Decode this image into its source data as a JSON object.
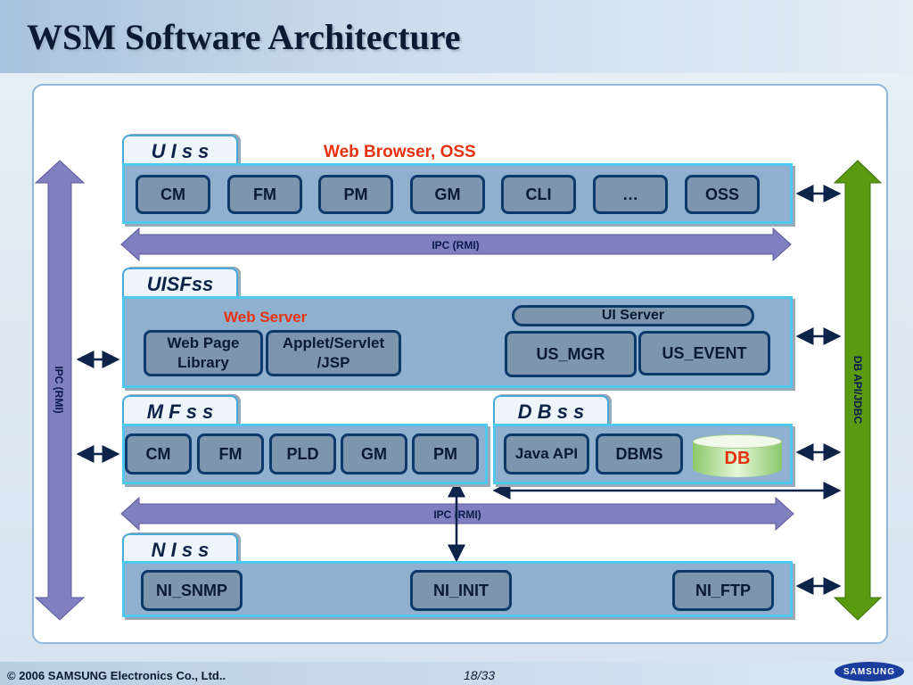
{
  "title": "WSM Software Architecture",
  "layers": {
    "uiss": {
      "tab": "U I s s",
      "caption": "Web Browser, OSS",
      "modules": [
        "CM",
        "FM",
        "PM",
        "GM",
        "CLI",
        "…",
        "OSS"
      ]
    },
    "uisfss": {
      "tab": "UISFss",
      "web_server_label": "Web Server",
      "web_page_library": "Web Page Library",
      "applet_servlet": "Applet/Servlet /JSP",
      "ui_server": "UI Server",
      "us_mgr": "US_MGR",
      "us_event": "US_EVENT"
    },
    "mfss": {
      "tab": "M F s s",
      "modules": [
        "CM",
        "FM",
        "PLD",
        "GM",
        "PM"
      ]
    },
    "dbss": {
      "tab": "D B s s",
      "java_api": "Java API",
      "dbms": "DBMS",
      "db": "DB"
    },
    "niss": {
      "tab": "N I s s",
      "modules": [
        "NI_SNMP",
        "NI_INIT",
        "NI_FTP"
      ]
    }
  },
  "arrows": {
    "ipc_top": "IPC (RMI)",
    "ipc_bottom": "IPC (RMI)",
    "ipc_left": "IPC (RMI)",
    "db_api": "DB API/JDBC"
  },
  "colors": {
    "ipc_arrow": "#8080c0",
    "db_arrow": "#5a9a10",
    "layer_fill": "#8fb0cf",
    "layer_border": "#4fc8ef",
    "module_border": "#0d3a6b"
  },
  "footer": {
    "copyright": "© 2006 SAMSUNG Electronics Co., Ltd..",
    "page": "18/33",
    "logo": "SAMSUNG"
  }
}
